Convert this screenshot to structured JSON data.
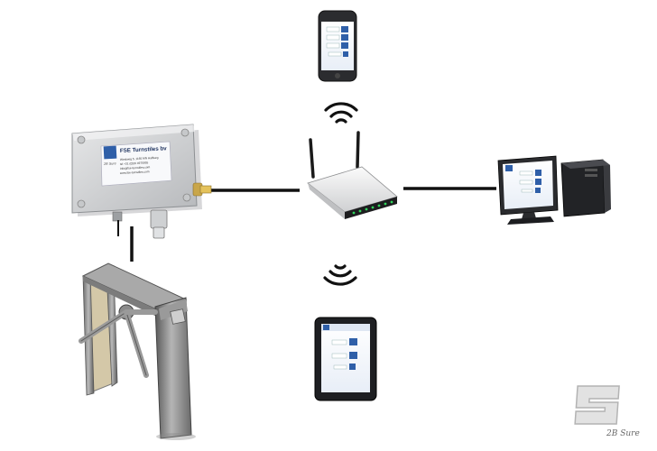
{
  "controller": {
    "title": "FSE Turnstiles bv",
    "tagline": "2B Sure",
    "address_line1": "Westweg 5, 1165 MN Halfweg",
    "address_line2": "tel +31 (0)20 4975955",
    "address_line3": "info@fse-turnstiles.com",
    "address_line4": "www.fse-turnstiles.com"
  },
  "watermark": {
    "caption": "2B Sure"
  },
  "colors": {
    "accent": "#2f5fa8",
    "cable": "#111111",
    "router_led": "#2fd35a",
    "turnstile": "#8f8f8f"
  },
  "icons": {
    "wifi_top": "wifi-icon",
    "wifi_bottom": "wifi-icon",
    "logo": "fse-logo-icon"
  }
}
